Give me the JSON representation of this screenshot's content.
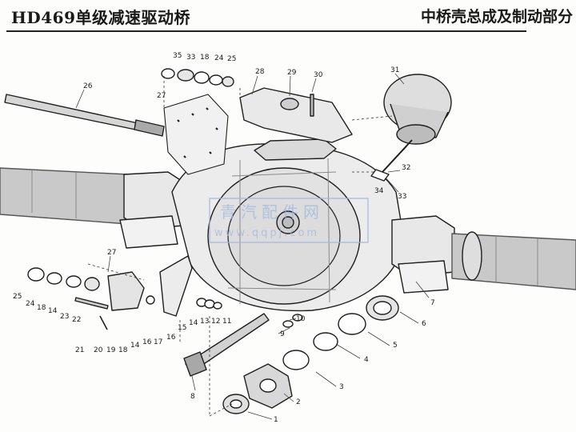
{
  "header": {
    "title_left": "HD469单级减速驱动桥",
    "title_right": "中桥壳总成及制动部分"
  },
  "watermark": {
    "text": "青汽配件网",
    "url": "www.qqpj.com"
  },
  "callouts": [
    {
      "label": "35"
    },
    {
      "label": "33"
    },
    {
      "label": "18"
    },
    {
      "label": "24"
    },
    {
      "label": "25"
    },
    {
      "label": "26"
    },
    {
      "label": "27"
    },
    {
      "label": "28"
    },
    {
      "label": "29"
    },
    {
      "label": "30"
    },
    {
      "label": "31"
    },
    {
      "label": "32"
    },
    {
      "label": "34"
    },
    {
      "label": "33"
    },
    {
      "label": "25"
    },
    {
      "label": "24"
    },
    {
      "label": "18"
    },
    {
      "label": "14"
    },
    {
      "label": "23"
    },
    {
      "label": "22"
    },
    {
      "label": "21"
    },
    {
      "label": "20"
    },
    {
      "label": "19"
    },
    {
      "label": "18"
    },
    {
      "label": "14"
    },
    {
      "label": "16"
    },
    {
      "label": "17"
    },
    {
      "label": "16"
    },
    {
      "label": "15"
    },
    {
      "label": "14"
    },
    {
      "label": "13"
    },
    {
      "label": "12"
    },
    {
      "label": "11"
    },
    {
      "label": "27"
    },
    {
      "label": "10"
    },
    {
      "label": "9"
    },
    {
      "label": "8"
    },
    {
      "label": "7"
    },
    {
      "label": "6"
    },
    {
      "label": "5"
    },
    {
      "label": "4"
    },
    {
      "label": "3"
    },
    {
      "label": "2"
    },
    {
      "label": "1"
    }
  ],
  "colors": {
    "ink": "#1f1f1f",
    "watermark": "#9fb8e0"
  }
}
